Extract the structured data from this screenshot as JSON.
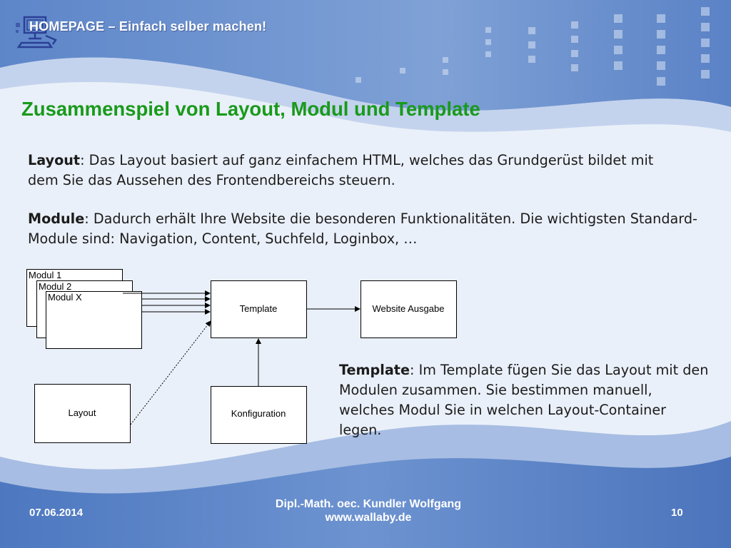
{
  "header": {
    "title": "HOMEPAGE – Einfach selber machen!",
    "logo_icon": "computer-icon"
  },
  "slide": {
    "title": "Zusammenspiel von Layout, Modul und Template",
    "layout_term": "Layout",
    "layout_text": ": Das Layout basiert auf ganz einfachem HTML, welches das Grundgerüst bildet mit dem Sie das Aussehen des Frontendbereichs steuern.",
    "module_term": "Module",
    "module_text": ": Dadurch erhält Ihre Website die besonderen Funktionalitäten. Die wichtigsten Standard-Module sind: Navigation, Content, Suchfeld, Loginbox, …",
    "template_term": "Template",
    "template_text": ": Im Template fügen Sie das Layout mit den Modulen zusammen. Sie bestimmen manuell, welches Modul Sie in welchen Layout-Container legen."
  },
  "diagram": {
    "modul_1": "Modul 1",
    "modul_2": "Modul 2",
    "modul_x": "Modul X",
    "template": "Template",
    "website": "Website Ausgabe",
    "layout": "Layout",
    "konfiguration": "Konfiguration"
  },
  "footer": {
    "date": "07.06.2014",
    "author": "Dipl.-Math. oec. Kundler Wolfgang",
    "website": "www.wallaby.de",
    "page": "10"
  },
  "colors": {
    "title_green": "#199a1b",
    "band_blue": "#5b84c8",
    "light_blue": "#a9c0e4"
  }
}
